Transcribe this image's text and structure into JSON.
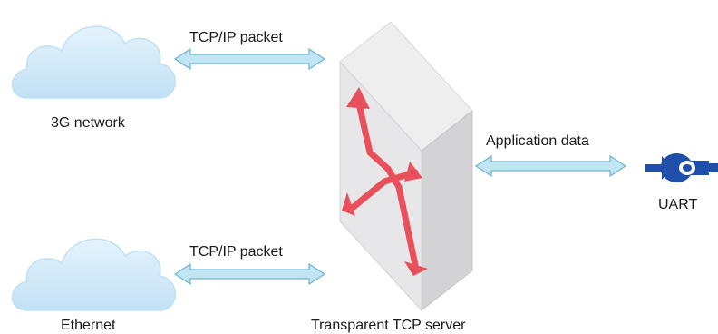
{
  "nodes": {
    "cloud_3g": {
      "label": "3G network"
    },
    "cloud_ethernet": {
      "label": "Ethernet"
    },
    "server": {
      "label": "Transparent TCP server"
    },
    "uart": {
      "label": "UART"
    }
  },
  "links": {
    "link_3g": {
      "label": "TCP/IP packet"
    },
    "link_ethernet": {
      "label": "TCP/IP packet"
    },
    "link_uart": {
      "label": "Application data"
    }
  },
  "colors": {
    "cloud_fill": "#cfe8f7",
    "cloud_stroke": "#bfe0f3",
    "arrow_fill": "#bfe6f2",
    "arrow_stroke": "#6fb3cf",
    "server_front": "#e7e7e9",
    "server_side": "#d3d3d6",
    "server_top": "#eeeeef",
    "router_arrow": "#e8505b",
    "uart_blue": "#1f4fa8"
  },
  "icons": {
    "server": "router-switch-icon",
    "uart": "serial-connector-icon",
    "network": "cloud-icon"
  }
}
